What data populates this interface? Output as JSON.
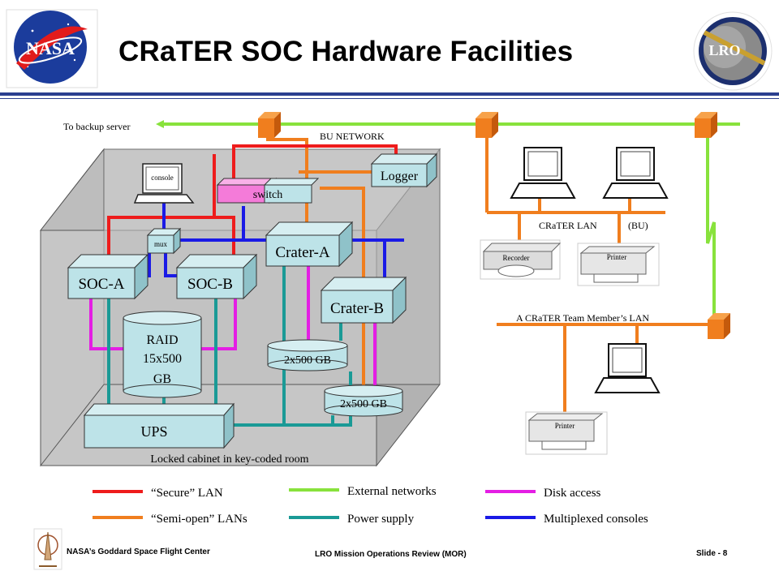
{
  "header": {
    "title": "CRaTER SOC Hardware Facilities",
    "left_logo_text": "NASA",
    "right_logo_text": "LRO"
  },
  "network": {
    "to_backup": "To backup server",
    "bu_network": "BU NETWORK",
    "crater_lan": "CRaTER LAN",
    "bu": "(BU)",
    "team_lan": "A CRaTER Team Member’s LAN"
  },
  "devices": {
    "console": "console",
    "switch": "switch",
    "logger": "Logger",
    "mux": "mux",
    "crater_a": "Crater-A",
    "crater_b": "Crater-B",
    "soc_a": "SOC-A",
    "soc_b": "SOC-B",
    "raid_1": "RAID",
    "raid_2": "15x500",
    "raid_3": "GB",
    "disk_a": "2x500 GB",
    "disk_b": "2x500 GB",
    "ups": "UPS",
    "cabinet": "Locked cabinet in key-coded room",
    "recorder": "Recorder",
    "printer_1": "Printer",
    "printer_2": "Printer"
  },
  "legend": {
    "secure_lan": "“Secure” LAN",
    "semi_open": "“Semi-open” LANs",
    "external": "External networks",
    "power": "Power supply",
    "disk": "Disk access",
    "mux_consoles": "Multiplexed consoles"
  },
  "colors": {
    "secure": "#ee1c1c",
    "semi_open": "#f07e1e",
    "external": "#88e23c",
    "power": "#1a9a96",
    "disk": "#e41ee4",
    "mux": "#1a1ae6",
    "box_fill": "#bde3e8",
    "switch_fill": "#f47bd9",
    "cabinet_fill": "#c4c4c4",
    "rule": "#2b3f8f"
  },
  "footer": {
    "center": "NASA’s Goddard Space Flight Center",
    "review": "LRO Mission Operations Review (MOR)",
    "slide": "Slide - 8"
  }
}
